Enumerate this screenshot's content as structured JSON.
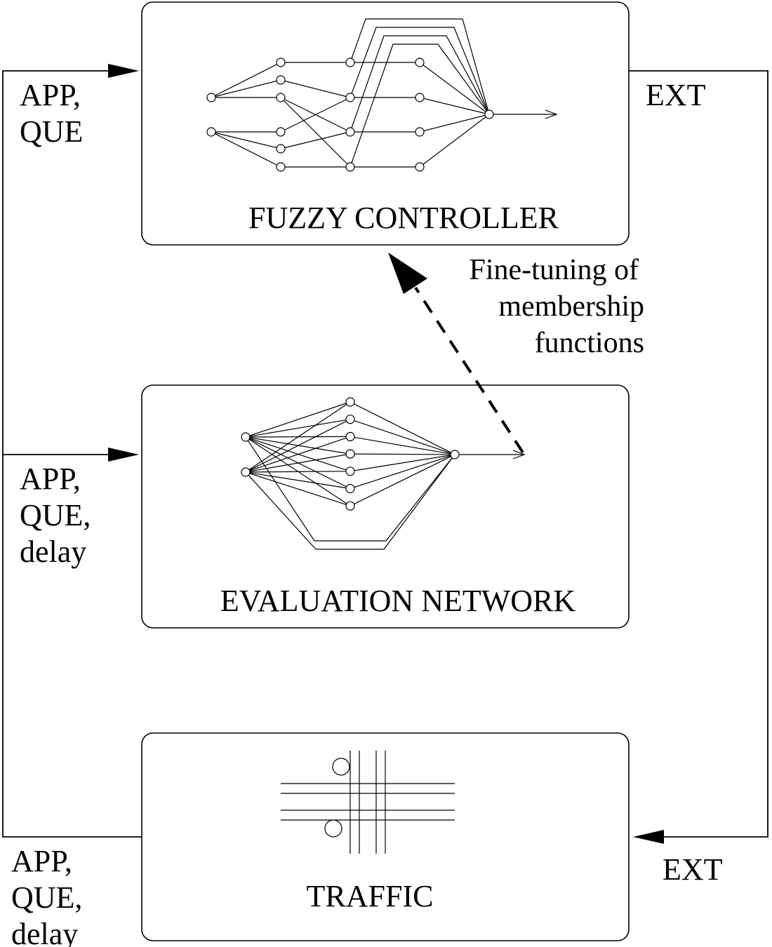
{
  "boxes": {
    "fuzzy": "FUZZY CONTROLLER",
    "evaluation": "EVALUATION NETWORK",
    "traffic": "TRAFFIC"
  },
  "signals": {
    "fuzzy_in": [
      "APP,",
      "QUE"
    ],
    "fuzzy_out": "EXT",
    "eval_in": [
      "APP,",
      "QUE,",
      "delay"
    ],
    "traffic_out": [
      "APP,",
      "QUE,",
      "delay"
    ],
    "traffic_in": "EXT"
  },
  "tuning_note": [
    "Fine-tuning of",
    "membership",
    "functions"
  ]
}
